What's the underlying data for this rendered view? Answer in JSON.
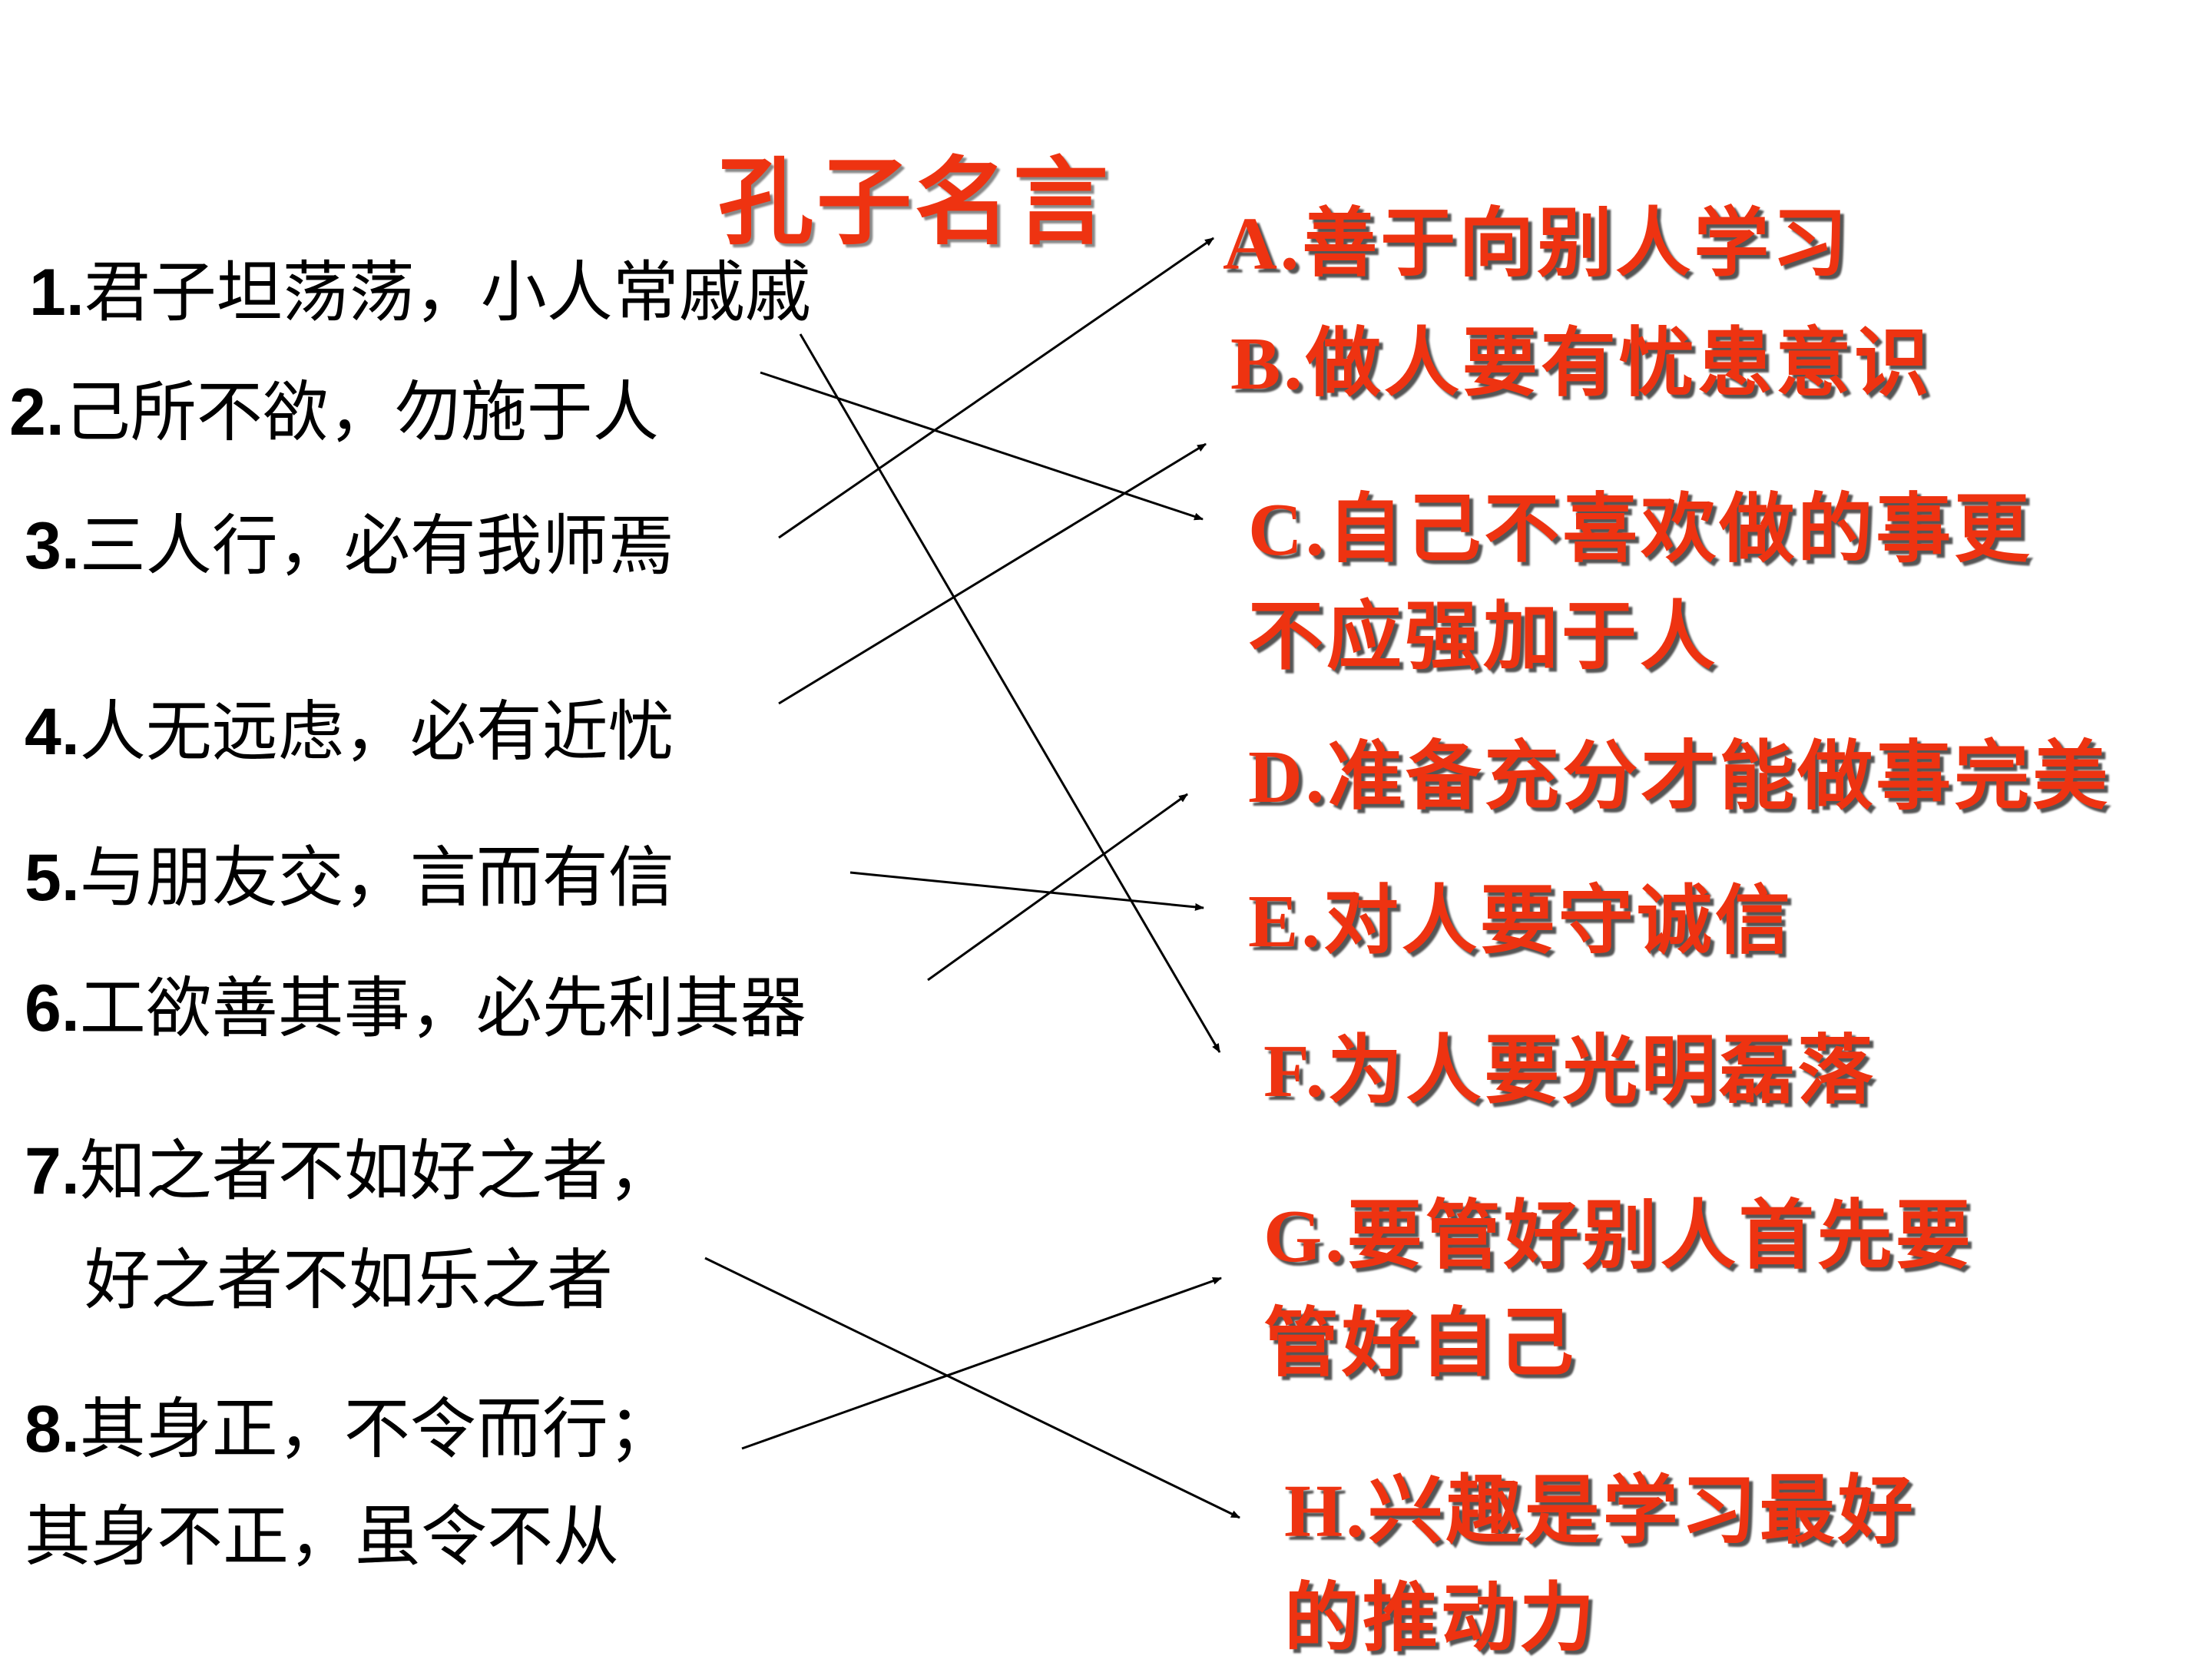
{
  "title": "孔子名言",
  "quotes": [
    {
      "num": "1.",
      "lines": [
        "君子坦荡荡，小人常戚戚"
      ]
    },
    {
      "num": "2.",
      "lines": [
        "己所不欲，勿施于人"
      ]
    },
    {
      "num": "3.",
      "lines": [
        "三人行，必有我师焉"
      ]
    },
    {
      "num": "4.",
      "lines": [
        "人无远虑，必有近忧"
      ]
    },
    {
      "num": "5.",
      "lines": [
        "与朋友交，言而有信"
      ]
    },
    {
      "num": "6.",
      "lines": [
        "工欲善其事，必先利其器"
      ]
    },
    {
      "num": "7.",
      "lines": [
        "知之者不如好之者，",
        "好之者不如乐之者"
      ]
    },
    {
      "num": "8.",
      "lines": [
        "其身正，不令而行；",
        "其身不正，虽令不从"
      ]
    }
  ],
  "meanings": [
    {
      "letter": "A.",
      "lines": [
        "善于向别人学习"
      ]
    },
    {
      "letter": "B.",
      "lines": [
        "做人要有忧患意识"
      ]
    },
    {
      "letter": "C.",
      "lines": [
        "自己不喜欢做的事更",
        "不应强加于人"
      ]
    },
    {
      "letter": "D.",
      "lines": [
        "准备充分才能做事完美"
      ]
    },
    {
      "letter": "E.",
      "lines": [
        "对人要守诚信"
      ]
    },
    {
      "letter": "F.",
      "lines": [
        "为人要光明磊落"
      ]
    },
    {
      "letter": "G.",
      "lines": [
        "要管好别人首先要",
        "管好自己"
      ]
    },
    {
      "letter": "H.",
      "lines": [
        "兴趣是学习最好",
        "的推动力"
      ]
    }
  ],
  "matches": [
    {
      "quote": "1.",
      "meaning": "F."
    },
    {
      "quote": "2.",
      "meaning": "C."
    },
    {
      "quote": "3.",
      "meaning": "A."
    },
    {
      "quote": "4.",
      "meaning": "B."
    },
    {
      "quote": "5.",
      "meaning": "E."
    },
    {
      "quote": "6.",
      "meaning": "D."
    },
    {
      "quote": "7.",
      "meaning": "H."
    },
    {
      "quote": "8.",
      "meaning": "G."
    }
  ],
  "colors": {
    "quote_text": "#000000",
    "meaning_text": "#ee3311",
    "title_text": "#ee3311",
    "arrow": "#000000"
  }
}
